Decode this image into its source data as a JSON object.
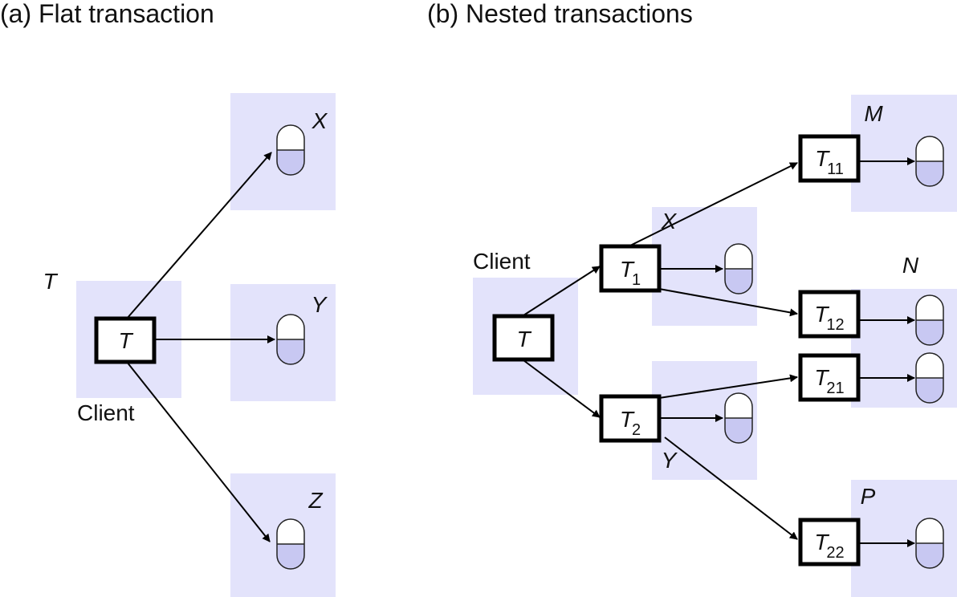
{
  "titles": {
    "flat": "(a) Flat transaction",
    "nested": "(b) Nested transactions"
  },
  "flat": {
    "transaction_label": "T",
    "outer_label": "T",
    "client_label": "Client",
    "servers": [
      "X",
      "Y",
      "Z"
    ]
  },
  "nested": {
    "client_label": "Client",
    "top_transaction": "T",
    "subtransactions": [
      {
        "base": "T",
        "sub": "1"
      },
      {
        "base": "T",
        "sub": "2"
      },
      {
        "base": "T",
        "sub": "11"
      },
      {
        "base": "T",
        "sub": "12"
      },
      {
        "base": "T",
        "sub": "21"
      },
      {
        "base": "T",
        "sub": "22"
      }
    ],
    "servers": [
      "X",
      "Y",
      "M",
      "N",
      "P"
    ]
  }
}
